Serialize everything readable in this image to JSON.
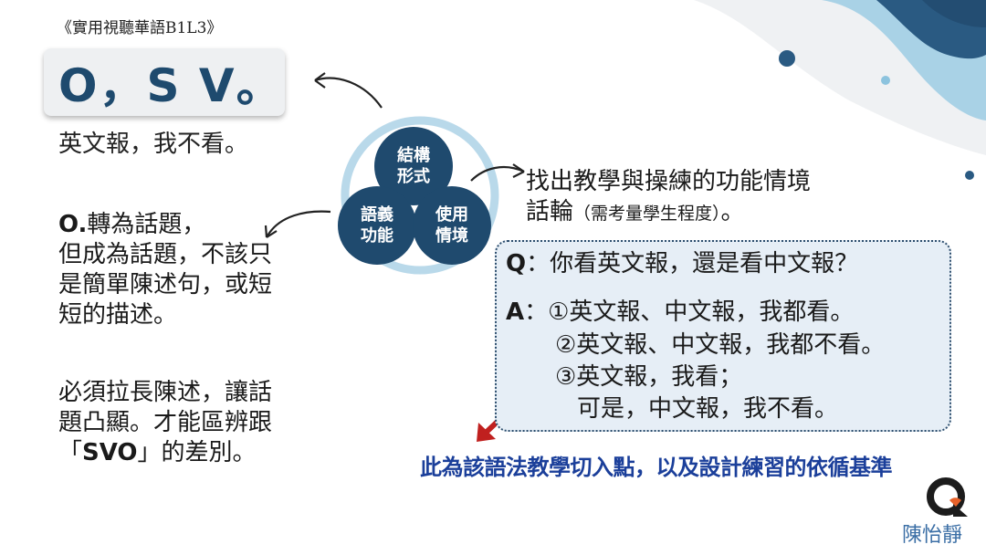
{
  "header": {
    "book_ref": "《實用視聽華語B1L3》"
  },
  "pattern": {
    "title": "O，S V。",
    "example": "英文報，我不看。"
  },
  "left_notes": {
    "topic_label": "O.",
    "topic_text_1": "轉為話題，",
    "topic_lines": [
      "但成為話題，不該只",
      "是簡單陳述句，或短",
      "短的描述。"
    ],
    "emphasis_lines": [
      "必須拉長陳述，讓話",
      "題凸顯。才能區辨跟"
    ],
    "emphasis_open": "「",
    "emphasis_svo": "SVO",
    "emphasis_end": "」的差別。"
  },
  "diagram": {
    "form": [
      "結構",
      "形式"
    ],
    "function": [
      "語義",
      "功能"
    ],
    "use": [
      "使用",
      "情境"
    ]
  },
  "find": {
    "line1": "找出教學與操練的功能情境",
    "line2_main": "話輪",
    "line2_note": "（需考量學生程度）",
    "line2_end": "。"
  },
  "qa": {
    "q_label": "Q",
    "q_text": "：你看英文報，還是看中文報？",
    "a_label": "A",
    "a_items": [
      "：①英文報、中文報，我都看。",
      "②英文報、中文報，我都不看。",
      "③英文報，我看；",
      "可是，中文報，我不看。"
    ]
  },
  "footer": {
    "entry_point": "此為該語法教學切入點，以及設計練習的依循基準",
    "author": "陳怡靜"
  },
  "colors": {
    "navy": "#1f4a6e",
    "light_blue": "#a9d2e6",
    "mid_blue": "#5d92b4",
    "qa_fill": "#e6eef6",
    "red_arrow": "#c0201f",
    "note_blue": "#1b3f9a",
    "logo_orange": "#e8622a"
  }
}
